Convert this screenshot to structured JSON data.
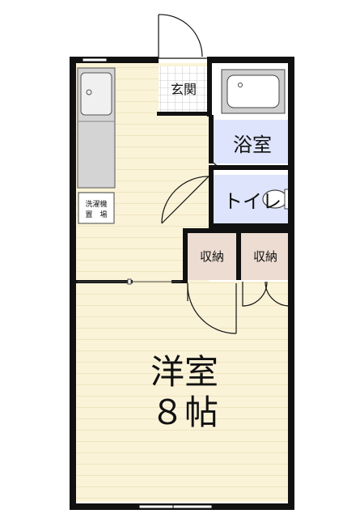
{
  "rooms": {
    "entrance": "玄関",
    "bathroom": "浴室",
    "toilet": "トイレ",
    "closet_left": "収納",
    "closet_right": "収納",
    "washer_line1": "洗濯機",
    "washer_line2": "置　場",
    "western_room_line1": "洋室",
    "western_room_line2": "８帖"
  },
  "colors": {
    "wall": "#111111",
    "floor_wood": "#faf3d8",
    "floor_stripe": "#efe4be",
    "kitchen_floor": "#fbf6e4",
    "bath_toilet": "#dde4fb",
    "closet": "#ecdcd1",
    "tile": "#ffffff",
    "tile_grid": "#bbbbbb",
    "fixture": "#cfcfcf"
  }
}
